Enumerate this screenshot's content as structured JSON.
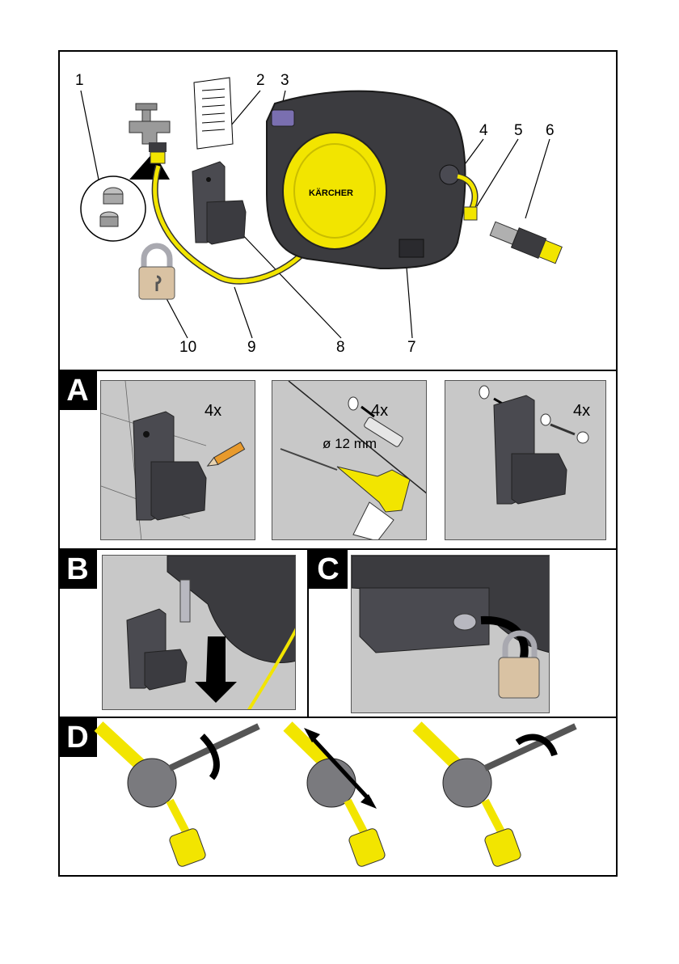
{
  "overview": {
    "callouts": [
      "1",
      "2",
      "3",
      "4",
      "5",
      "6",
      "7",
      "8",
      "9",
      "10"
    ],
    "brand_label": "KÄRCHER"
  },
  "sections": {
    "a": {
      "label": "A",
      "qty_1": "4x",
      "qty_2": "4x",
      "qty_3": "4x",
      "drill_diameter": "ø 12 mm"
    },
    "b": {
      "label": "B"
    },
    "c": {
      "label": "C"
    },
    "d": {
      "label": "D"
    }
  },
  "colors": {
    "hose_yellow": "#f2e500",
    "body_dark": "#3b3b3f",
    "panel_gray": "#c8c8c8",
    "lock_beige": "#d9c2a3"
  }
}
